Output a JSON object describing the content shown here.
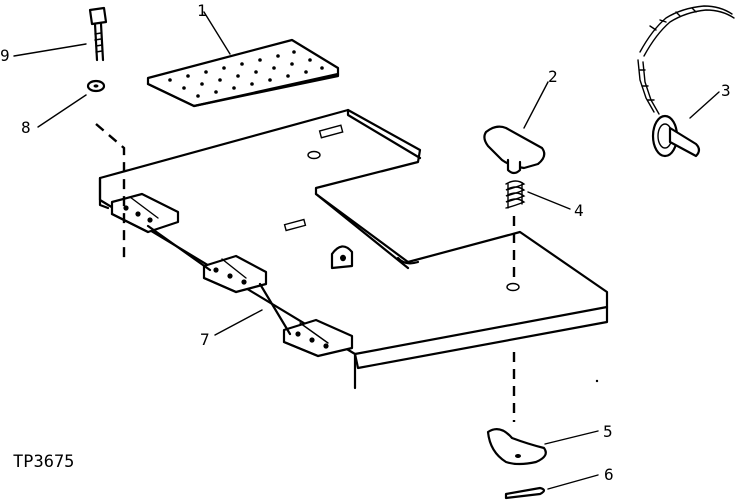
{
  "figure_id": "TP3675",
  "callouts": [
    {
      "id": "1",
      "label": "1"
    },
    {
      "id": "2",
      "label": "2"
    },
    {
      "id": "3",
      "label": "3"
    },
    {
      "id": "4",
      "label": "4"
    },
    {
      "id": "5",
      "label": "5"
    },
    {
      "id": "6",
      "label": "6"
    },
    {
      "id": "7",
      "label": "7"
    },
    {
      "id": "8",
      "label": "8"
    },
    {
      "id": "9",
      "label": "9"
    }
  ],
  "colors": {
    "ink": "#000000",
    "paper": "#ffffff"
  }
}
